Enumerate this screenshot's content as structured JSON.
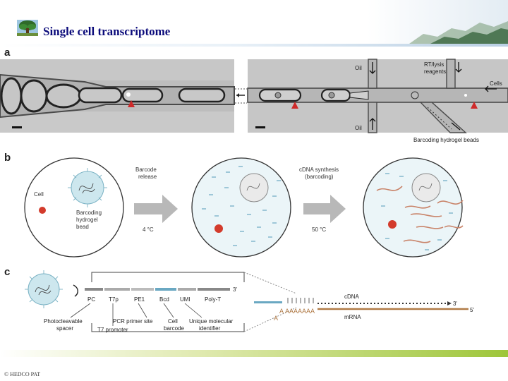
{
  "slide": {
    "title": "Single cell transcriptome",
    "footer": "© HEDCO PAT"
  },
  "panel_a": {
    "letter": "a",
    "labels": {
      "oil_top": "Oil",
      "oil_bottom": "Oil",
      "rt_lysis_1": "RT/lysis",
      "rt_lysis_2": "reagents",
      "cells": "Cells",
      "beads": "Barcoding hydrogel beads"
    }
  },
  "panel_b": {
    "letter": "b",
    "labels": {
      "cell": "Cell",
      "bead_1": "Barcoding",
      "bead_2": "hydrogel",
      "bead_3": "bead",
      "release_1": "Barcode",
      "release_2": "release",
      "temp_1": "4 °C",
      "synth_1": "cDNA synthesis",
      "synth_2": "(barcoding)",
      "temp_2": "50 °C"
    }
  },
  "panel_c": {
    "letter": "c",
    "labels": {
      "pc": "PC",
      "t7p": "T7p",
      "pe1": "PE1",
      "bcd": "Bcd",
      "umi": "UMI",
      "polyt": "Poly-T",
      "three_prime": "3'",
      "photocleavable_1": "Photocleavable",
      "photocleavable_2": "spacer",
      "pcr_primer": "PCR primer site",
      "cell_barcode_1": "Cell",
      "cell_barcode_2": "barcode",
      "umi_long_1": "Unique molecular",
      "umi_long_2": "identifier",
      "t7_promoter": "T7 promoter",
      "cdna": "cDNA",
      "mrna": "mRNA",
      "cdna_end": "3'",
      "mrna_end": "5'",
      "polya": "AAAAAAA",
      "polya_lead": "A",
      "polya_lead2": "A"
    }
  },
  "colors": {
    "title": "#0a0a7a",
    "bead_fill": "#cde7ee",
    "cell_red": "#d33b2c",
    "arrow_gray": "#b8b8b8",
    "droplet_fill": "#ebf5f8",
    "mrna_brown": "#b07a46",
    "cdna_blue": "#6aa8c2"
  }
}
